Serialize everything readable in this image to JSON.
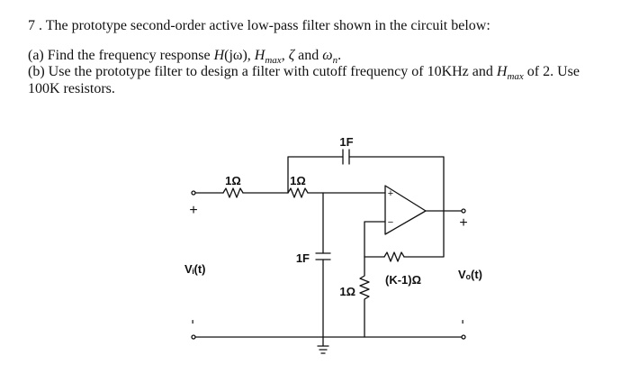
{
  "problem": {
    "number": "7 .",
    "statement": "The prototype second-order active low-pass filter shown in the circuit below:",
    "part_a": {
      "prefix": "(a) Find the frequency response ",
      "H": "H",
      "jw": "(jω)",
      "sep1": ", ",
      "Hmax_base": "H",
      "Hmax_sub": "max",
      "sep2": ", ",
      "zeta": "ζ",
      "and": " and ",
      "wn_base": "ω",
      "wn_sub": "n",
      "end": "."
    },
    "part_b": {
      "prefix": "(b) Use the prototype filter to design a filter with cutoff frequency of 10KHz and ",
      "Hmax_base": "H",
      "Hmax_sub": "max",
      "suffix": " of 2. Use",
      "line2": "100K resistors."
    }
  },
  "circuit": {
    "r1_label": "1Ω",
    "r2_label": "1Ω",
    "c_feedback_label": "1F",
    "c_ground_label": "1F",
    "r_ground_label": "1Ω",
    "r_feedback_label": "(K-1)Ω",
    "input_label": "Vᵢ(t)",
    "output_label": "Vₒ(t)",
    "plus": "+",
    "minus": "-",
    "opamp_plus": "+",
    "opamp_minus": "−",
    "opamp_ground_bar": "|"
  }
}
